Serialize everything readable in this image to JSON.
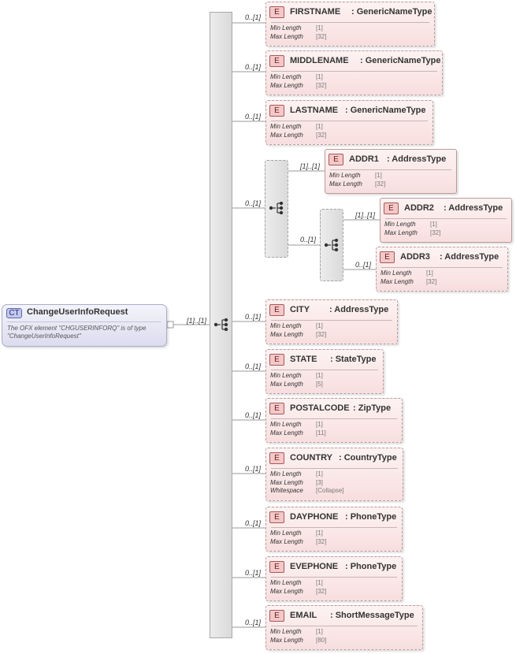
{
  "root": {
    "badge": "CT",
    "name": "ChangeUserInfoRequest",
    "doc_line1": "The OFX element \"CHGUSERINFORQ\" is of type",
    "doc_line2": "\"ChangeUserInfoRequest\"",
    "cardinality": "[1]..[1]"
  },
  "labels": {
    "min_length": "Min Length",
    "max_length": "Max Length",
    "whitespace": "Whitespace",
    "element_badge": "E"
  },
  "choice_group": {
    "cardinality": "0..[1]",
    "nested_cardinality": "0..[1]"
  },
  "elements": [
    {
      "name": "FIRSTNAME",
      "type": ": GenericNameType",
      "card": "0..[1]",
      "min": "[1]",
      "max": "[32]"
    },
    {
      "name": "MIDDLENAME",
      "type": ": GenericNameType",
      "card": "0..[1]",
      "min": "[1]",
      "max": "[32]"
    },
    {
      "name": "LASTNAME",
      "type": ": GenericNameType",
      "card": "0..[1]",
      "min": "[1]",
      "max": "[32]"
    },
    {
      "name": "ADDR1",
      "type": ": AddressType",
      "card": "[1]..[1]",
      "min": "[1]",
      "max": "[32]"
    },
    {
      "name": "ADDR2",
      "type": ": AddressType",
      "card": "[1]..[1]",
      "min": "[1]",
      "max": "[32]"
    },
    {
      "name": "ADDR3",
      "type": ": AddressType",
      "card": "0..[1]",
      "min": "[1]",
      "max": "[32]"
    },
    {
      "name": "CITY",
      "type": ": AddressType",
      "card": "0..[1]",
      "min": "[1]",
      "max": "[32]"
    },
    {
      "name": "STATE",
      "type": ": StateType",
      "card": "0..[1]",
      "min": "[1]",
      "max": "[5]"
    },
    {
      "name": "POSTALCODE",
      "type": ": ZipType",
      "card": "0..[1]",
      "min": "[1]",
      "max": "[11]"
    },
    {
      "name": "COUNTRY",
      "type": ": CountryType",
      "card": "0..[1]",
      "min": "[1]",
      "max": "[3]",
      "whitespace": "[Collapse]"
    },
    {
      "name": "DAYPHONE",
      "type": ": PhoneType",
      "card": "0..[1]",
      "min": "[1]",
      "max": "[32]"
    },
    {
      "name": "EVEPHONE",
      "type": ": PhoneType",
      "card": "0..[1]",
      "min": "[1]",
      "max": "[32]"
    },
    {
      "name": "EMAIL",
      "type": ": ShortMessageType",
      "card": "0..[1]",
      "min": "[1]",
      "max": "[80]"
    }
  ]
}
